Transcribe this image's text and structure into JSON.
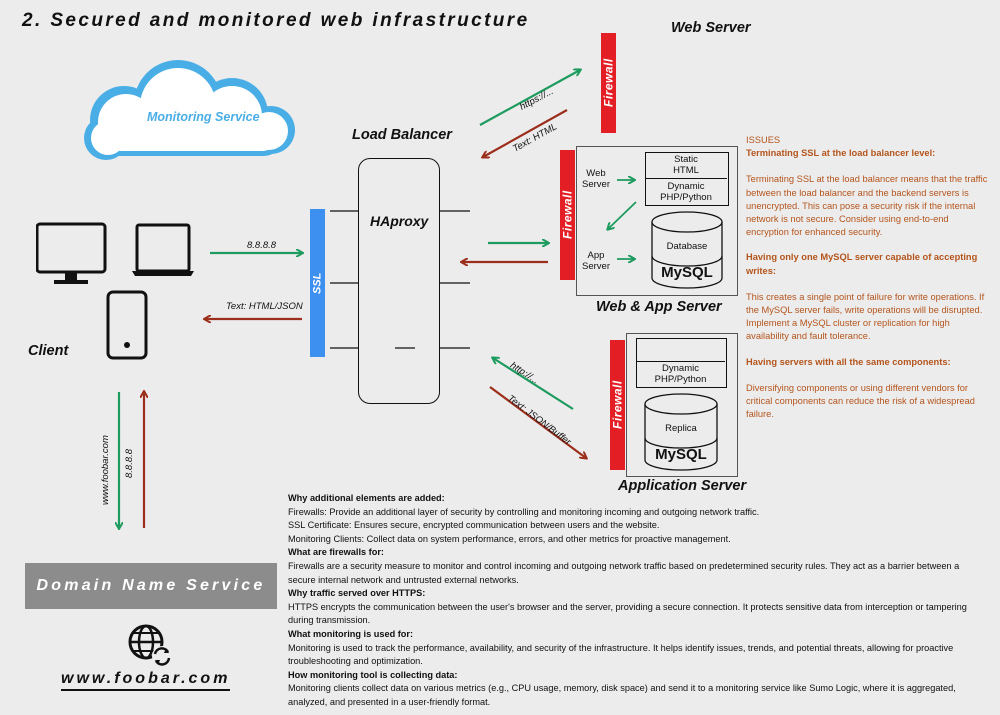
{
  "title": "2. Secured and monitored web infrastructure",
  "labels": {
    "web_server_top": "Web Server",
    "load_balancer": "Load Balancer",
    "haproxy": "HAproxy",
    "ssl": "SSL",
    "client": "Client",
    "monitoring_service": "Monitoring Service",
    "web_app_server": "Web & App Server",
    "application_server": "Application Server",
    "firewall": "Firewall",
    "web_server_inner": "Web\nServer",
    "app_server_inner": "App\nServer",
    "static_html": "Static\nHTML",
    "dynamic_php": "Dynamic\nPHP/Python",
    "database": "Database",
    "mysql": "MySQL",
    "replica": "Replica",
    "dns": "Domain Name Service",
    "foobar": "www.foobar.com"
  },
  "arrows": {
    "ip_to_ssl": "8.8.8.8",
    "text_html_json": "Text: HTML/JSON",
    "https": "https://...",
    "text_html": "Text: HTML",
    "http": "http://...",
    "text_json_buffer": "Text: JSON/Buffer",
    "www_foobar": "www.foobar.com",
    "ip_vertical": "8.8.8.8"
  },
  "issues": {
    "heading": "ISSUES",
    "items": [
      {
        "title": "Terminating SSL at the load balancer level:",
        "body": "Terminating SSL at the load balancer means that the traffic between the load balancer and the backend servers is unencrypted. This can pose a security risk if the internal network is not secure. Consider using end-to-end encryption for enhanced security."
      },
      {
        "title": "Having only one MySQL server capable of accepting writes:",
        "body": "This creates a single point of failure for write operations. If the MySQL server fails, write operations will be disrupted. Implement a MySQL cluster or replication for high availability and fault tolerance."
      },
      {
        "title": "Having servers with all the same components:",
        "body": "Diversifying components or using different vendors for critical components can reduce the risk of a widespread failure."
      }
    ]
  },
  "info": [
    {
      "type": "h",
      "text": "Why additional elements are added:"
    },
    {
      "type": "p",
      "text": "Firewalls: Provide an additional layer of security by controlling and monitoring incoming and outgoing network traffic."
    },
    {
      "type": "p",
      "text": "SSL Certificate: Ensures secure, encrypted communication between users and the website."
    },
    {
      "type": "p",
      "text": "Monitoring Clients: Collect data on system performance, errors, and other metrics for proactive management."
    },
    {
      "type": "h",
      "text": "What are firewalls for:"
    },
    {
      "type": "p",
      "text": "Firewalls are a security measure to monitor and control incoming and outgoing network traffic based on predetermined security rules. They act as a barrier between a secure internal network and untrusted external networks."
    },
    {
      "type": "h",
      "text": "Why traffic served over HTTPS:"
    },
    {
      "type": "p",
      "text": "HTTPS encrypts the communication between the user's browser and the server, providing a secure connection. It protects sensitive data from interception or tampering during transmission."
    },
    {
      "type": "h",
      "text": "What monitoring is used for:"
    },
    {
      "type": "p",
      "text": "Monitoring is used to track the performance, availability, and security of the infrastructure. It helps identify issues, trends, and potential threats, allowing for proactive troubleshooting and optimization."
    },
    {
      "type": "h",
      "text": "How monitoring tool is collecting data:"
    },
    {
      "type": "p",
      "text": "Monitoring clients collect data on various metrics (e.g., CPU usage, memory, disk space) and send it to a monitoring service like Sumo Logic, where it is aggregated, analyzed, and presented in a user-friendly format."
    }
  ],
  "colors": {
    "green": "#1e9b5e",
    "red_arrow": "#9c2e1c",
    "firewall": "#e31e24",
    "ssl": "#3d8ff0",
    "issues_text": "#b4551d",
    "cloud": "#4aaee6"
  }
}
